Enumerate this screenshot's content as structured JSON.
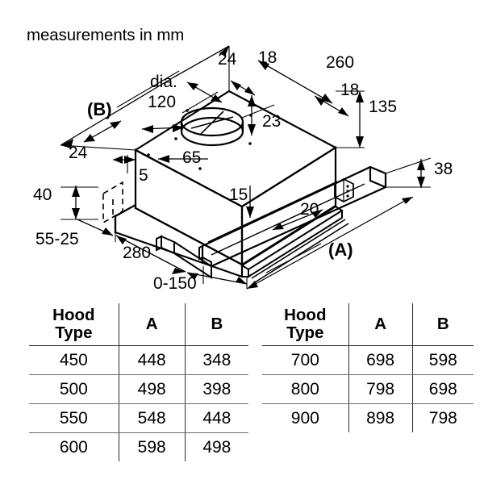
{
  "sheet": {
    "note": "measurements in mm"
  },
  "drawing": {
    "labels": {
      "b_view": "(B)",
      "a_view": "(A)",
      "dia_word": "dia.",
      "dia_value": "120",
      "d_24_top": "24",
      "d_18_top": "18",
      "d_260": "260",
      "d_18_right": "18",
      "d_135": "135",
      "d_23": "23",
      "d_24_left": "24",
      "d_65": "65",
      "d_5": "5",
      "d_15": "15",
      "d_40": "40",
      "d_55_25": "55-25",
      "d_280": "280",
      "d_0_150": "0-150",
      "d_20": "20",
      "d_38": "38"
    },
    "colors": {
      "line": "#000000",
      "background": "#ffffff"
    }
  },
  "tables": {
    "left": {
      "headers": [
        "Hood Type",
        "A",
        "B"
      ],
      "header_line1": "Hood",
      "header_line2": "Type",
      "rows": [
        {
          "type": "450",
          "a": "448",
          "b": "348"
        },
        {
          "type": "500",
          "a": "498",
          "b": "398"
        },
        {
          "type": "550",
          "a": "548",
          "b": "448"
        },
        {
          "type": "600",
          "a": "598",
          "b": "498"
        }
      ]
    },
    "right": {
      "headers": [
        "Hood Type",
        "A",
        "B"
      ],
      "header_line1": "Hood",
      "header_line2": "Type",
      "rows": [
        {
          "type": "700",
          "a": "698",
          "b": "598"
        },
        {
          "type": "800",
          "a": "798",
          "b": "698"
        },
        {
          "type": "900",
          "a": "898",
          "b": "798"
        }
      ]
    }
  }
}
